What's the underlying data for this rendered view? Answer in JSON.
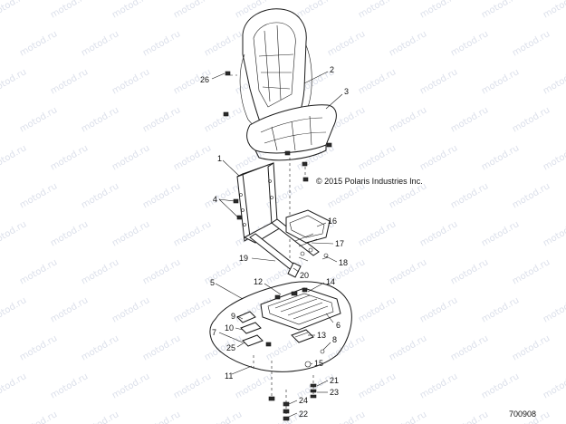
{
  "watermark_text": "motod.ru",
  "copyright": "© 2015 Polaris Industries Inc.",
  "drawing_number": "700908",
  "callouts": {
    "c1": "1",
    "c2": "2",
    "c3": "3",
    "c4": "4",
    "c5": "5",
    "c6": "6",
    "c7": "7",
    "c8": "8",
    "c9": "9",
    "c10": "10",
    "c11": "11",
    "c12": "12",
    "c13": "13",
    "c14": "14",
    "c15": "15",
    "c16": "16",
    "c17": "17",
    "c18": "18",
    "c19": "19",
    "c20": "20",
    "c21": "21",
    "c22": "22",
    "c23": "23",
    "c24": "24",
    "c25": "25",
    "c26": "26"
  },
  "colors": {
    "ink": "#1a1a1a",
    "watermark": "#9aa6c4",
    "background": "#ffffff"
  }
}
